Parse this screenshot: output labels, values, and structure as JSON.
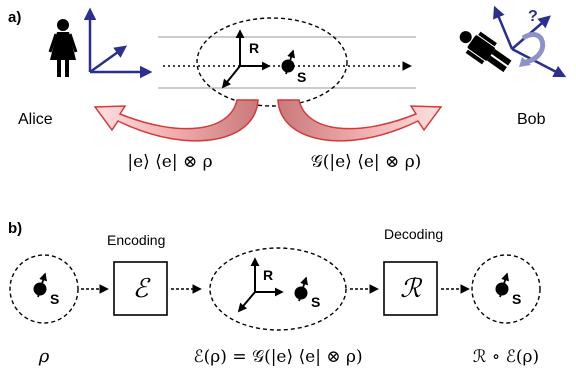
{
  "panel_a": {
    "label": "a)",
    "alice_label": "Alice",
    "bob_label": "Bob",
    "axis_label_R": "R",
    "spin_label_S": "S",
    "question_mark": "?",
    "left_formula": "|e⟩ ⟨e| ⊗ ρ",
    "right_formula": "𝒢(|e⟩ ⟨e| ⊗ ρ)"
  },
  "panel_b": {
    "label": "b)",
    "encoding_label": "Encoding",
    "decoding_label": "Decoding",
    "encoder_symbol": "ℰ",
    "decoder_symbol": "ℛ",
    "axis_label_R": "R",
    "spin_label_S1": "S",
    "spin_label_S2": "S",
    "spin_label_S3": "S",
    "formula_left": "ρ",
    "formula_mid": "ℰ(ρ) = 𝒢(|e⟩ ⟨e| ⊗ ρ)",
    "formula_right": "ℛ ∘ ℰ(ρ)"
  },
  "colors": {
    "axis_blue": "#2b2f8f",
    "arrow_red": "#d43a3a",
    "arrow_pink": "#f3b1b1",
    "arrow_shade": "#c9797a",
    "lines_gray": "#999999"
  },
  "icons": {
    "alice": "woman-figure-icon",
    "bob": "man-figure-icon"
  }
}
